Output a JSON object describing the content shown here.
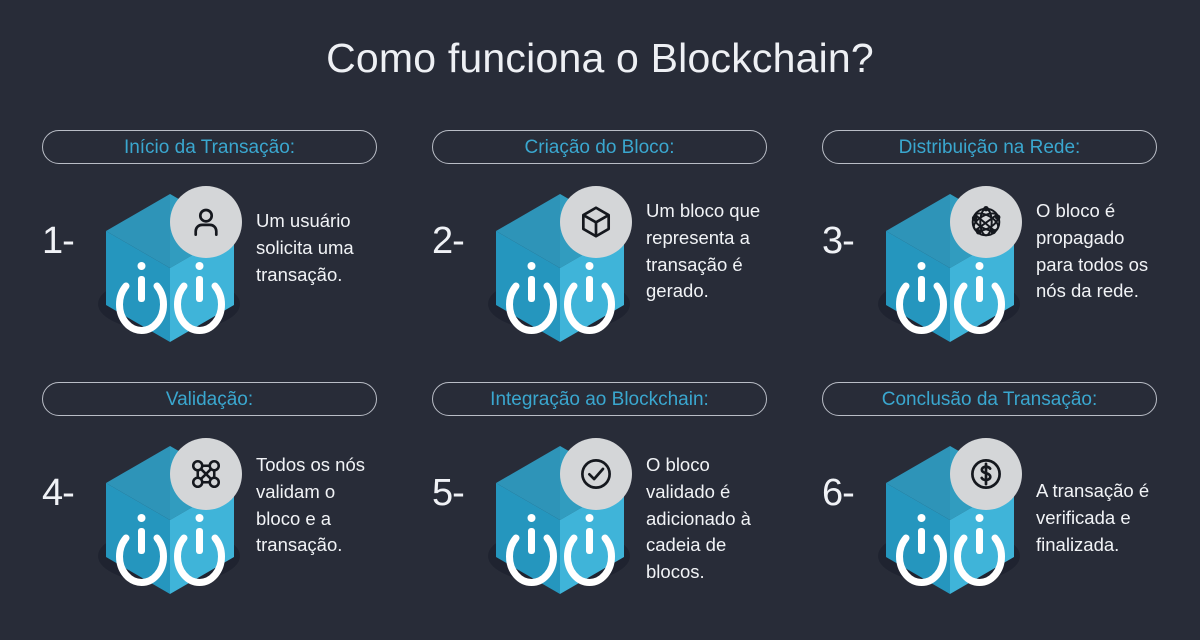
{
  "title": "Como funciona o Blockchain?",
  "colors": {
    "background": "#282c38",
    "accent_teal": "#3aa7cf",
    "pill_border": "#b9bdc6",
    "text_light": "#f1f3f6",
    "badge_fill": "#d4d6d8",
    "cube_top": "#2e94b8",
    "cube_left": "#2596be",
    "cube_right": "#3fb4d9",
    "cube_shadow": "#1f2330"
  },
  "steps": [
    {
      "header": "Início da Transação:",
      "number": "1-",
      "description": "Um usuário solicita uma transação.",
      "icon": "person-icon"
    },
    {
      "header": "Criação do Bloco:",
      "number": "2-",
      "description": "Um bloco que representa a transação é gerado.",
      "icon": "cube-icon"
    },
    {
      "header": "Distribuição na Rede:",
      "number": "3-",
      "description": "O bloco é propagado para todos os nós da rede.",
      "icon": "network-globe-icon"
    },
    {
      "header": "Validação:",
      "number": "4-",
      "description": "Todos os nós validam o bloco e a transação.",
      "icon": "nodes-grid-icon"
    },
    {
      "header": "Integração ao Blockchain:",
      "number": "5-",
      "description": "O bloco validado é adicionado à cadeia de blocos.",
      "icon": "check-circle-icon"
    },
    {
      "header": "Conclusão da Transação:",
      "number": "6-",
      "description": "A transação é verificada e finalizada.",
      "icon": "dollar-circle-icon"
    }
  ]
}
